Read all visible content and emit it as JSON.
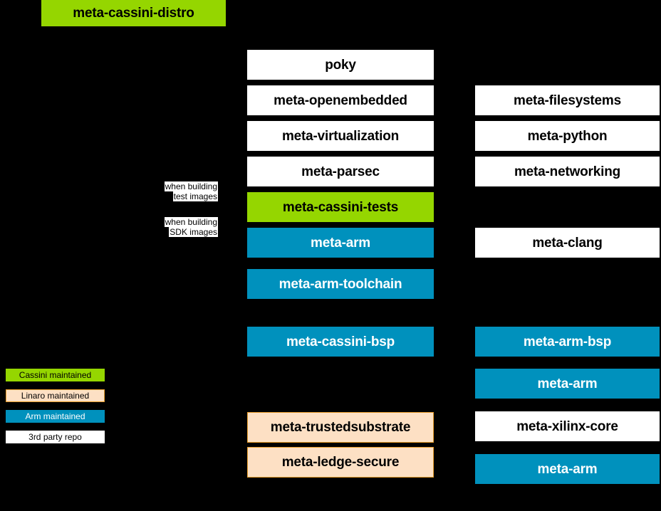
{
  "diagram": {
    "title_box": {
      "label": "meta-cassini-distro",
      "style": "green"
    },
    "notes": [
      {
        "line1": "when building",
        "line2": "test images"
      },
      {
        "line1": "when building",
        "line2": "SDK images"
      }
    ],
    "middle_column": [
      {
        "label": "poky",
        "style": "white"
      },
      {
        "label": "meta-openembedded",
        "style": "white"
      },
      {
        "label": "meta-virtualization",
        "style": "white"
      },
      {
        "label": "meta-parsec",
        "style": "white"
      },
      {
        "label": "meta-cassini-tests",
        "style": "green"
      },
      {
        "label": "meta-arm",
        "style": "blue"
      },
      {
        "label": "meta-arm-toolchain",
        "style": "blue"
      },
      {
        "label": "meta-cassini-bsp",
        "style": "blue"
      },
      {
        "label": "meta-trustedsubstrate",
        "style": "peach"
      },
      {
        "label": "meta-ledge-secure",
        "style": "peach"
      }
    ],
    "right_column": [
      {
        "label": "meta-filesystems",
        "style": "white"
      },
      {
        "label": "meta-python",
        "style": "white"
      },
      {
        "label": "meta-networking",
        "style": "white"
      },
      {
        "label": "meta-clang",
        "style": "white"
      },
      {
        "label": "meta-arm-bsp",
        "style": "blue"
      },
      {
        "label": "meta-arm",
        "style": "blue"
      },
      {
        "label": "meta-xilinx-core",
        "style": "white"
      },
      {
        "label": "meta-arm",
        "style": "blue"
      }
    ],
    "legend": [
      {
        "label": "Cassini maintained",
        "style": "green"
      },
      {
        "label": "Linaro maintained",
        "style": "peach"
      },
      {
        "label": "Arm maintained",
        "style": "blue"
      },
      {
        "label": "3rd party repo",
        "style": "white"
      }
    ],
    "colors": {
      "cassini_green": "#95d600",
      "arm_blue": "#0091bd",
      "linaro_peach": "#fde0c4",
      "linaro_border": "#e89c2a",
      "third_party_white": "#ffffff",
      "background": "#000000"
    }
  }
}
